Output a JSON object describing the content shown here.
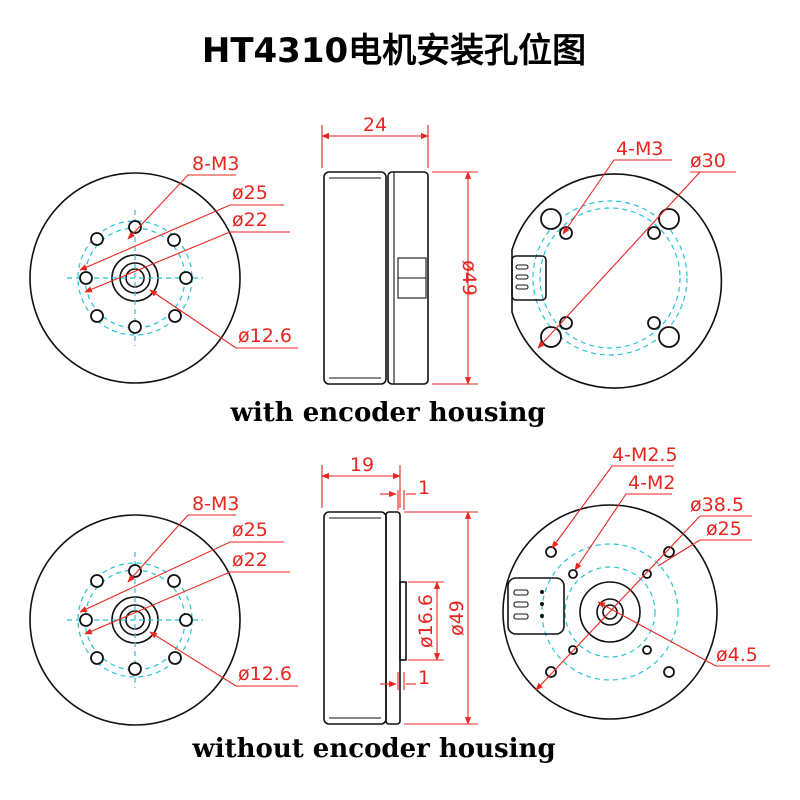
{
  "title": "HT4310电机安装孔位图",
  "colors": {
    "dimension": "#e8261f",
    "centerline": "#25c3d6",
    "outline": "#111111"
  },
  "top_row": {
    "caption": "with encoder housing",
    "front_view": {
      "holes": "8-M3",
      "dia_outer": "ø25",
      "dia_inner": "ø22",
      "dia_shaft": "ø12.6"
    },
    "side_view": {
      "width": "24",
      "height": "ø49"
    },
    "back_view": {
      "holes": "4-M3",
      "dia": "ø30"
    }
  },
  "bottom_row": {
    "caption": "without encoder housing",
    "front_view": {
      "holes": "8-M3",
      "dia_outer": "ø25",
      "dia_inner": "ø22",
      "dia_shaft": "ø12.6"
    },
    "side_view": {
      "width": "19",
      "step_top": "1",
      "step_bottom": "1",
      "boss": "ø16.6",
      "height": "ø49"
    },
    "back_view": {
      "holes_a": "4-M2.5",
      "holes_b": "4-M2",
      "dia_outer": "ø38.5",
      "dia_inner": "ø25",
      "dia_center": "ø4.5"
    }
  }
}
